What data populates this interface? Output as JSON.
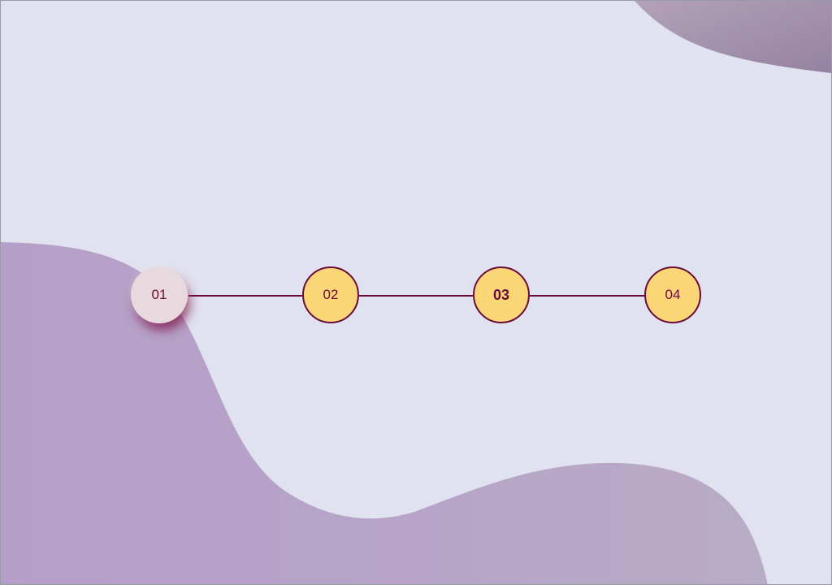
{
  "colors": {
    "background": "#e1e2ef",
    "accent": "#6b0a3a",
    "step_fill": "#fbd676",
    "step_done_fill": "#e7d9dd",
    "blob_bottom": "#b59fc7",
    "blob_top": "#9a87a6"
  },
  "stepper": {
    "current_index": 2,
    "steps": [
      {
        "label": "01",
        "state": "completed"
      },
      {
        "label": "02",
        "state": "pending"
      },
      {
        "label": "03",
        "state": "current"
      },
      {
        "label": "04",
        "state": "pending"
      }
    ]
  }
}
